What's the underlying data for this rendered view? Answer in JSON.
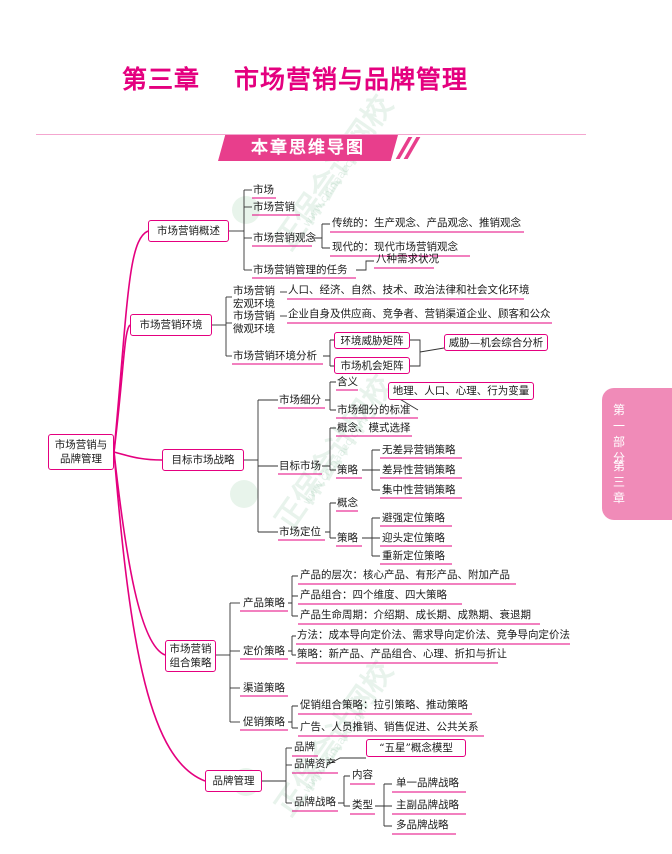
{
  "title": {
    "chapter": "第三章",
    "name": "市场营销与品牌管理"
  },
  "banner": "本章思维导图",
  "side_tab": {
    "part": "第一部分",
    "chapter": "第三章"
  },
  "watermark": {
    "main": "正保会计网校",
    "sub": "www.chinaacc.com"
  },
  "colors": {
    "accent": "#e4007f",
    "line": "#e4007f",
    "tab": "#f08bb8"
  },
  "mindmap": {
    "root": "市场营销与品牌管理",
    "branches": [
      {
        "label": "市场营销概述",
        "children": [
          {
            "label": "市场"
          },
          {
            "label": "市场营销"
          },
          {
            "label": "市场营销观念",
            "children": [
              {
                "label": "传统的：生产观念、产品观念、推销观念"
              },
              {
                "label": "现代的：现代市场营销观念"
              }
            ]
          },
          {
            "label": "市场营销管理的任务",
            "children": [
              {
                "label": "八种需求状况"
              }
            ]
          }
        ]
      },
      {
        "label": "市场营销环境",
        "children": [
          {
            "label": "市场营销宏观环境",
            "children": [
              {
                "label": "人口、经济、自然、技术、政治法律和社会文化环境"
              }
            ]
          },
          {
            "label": "市场营销微观环境",
            "children": [
              {
                "label": "企业自身及供应商、竞争者、营销渠道企业、顾客和公众"
              }
            ]
          },
          {
            "label": "市场营销环境分析",
            "children": [
              {
                "label": "环境威胁矩阵"
              },
              {
                "label": "市场机会矩阵"
              },
              {
                "label": "威胁—机会综合分析"
              }
            ]
          }
        ]
      },
      {
        "label": "目标市场战略",
        "children": [
          {
            "label": "市场细分",
            "children": [
              {
                "label": "含义"
              },
              {
                "label": "市场细分的标准",
                "children": [
                  {
                    "label": "地理、人口、心理、行为变量"
                  }
                ]
              }
            ]
          },
          {
            "label": "目标市场",
            "children": [
              {
                "label": "概念、模式选择"
              },
              {
                "label": "策略",
                "children": [
                  {
                    "label": "无差异营销策略"
                  },
                  {
                    "label": "差异性营销策略"
                  },
                  {
                    "label": "集中性营销策略"
                  }
                ]
              }
            ]
          },
          {
            "label": "市场定位",
            "children": [
              {
                "label": "概念"
              },
              {
                "label": "策略",
                "children": [
                  {
                    "label": "避强定位策略"
                  },
                  {
                    "label": "迎头定位策略"
                  },
                  {
                    "label": "重新定位策略"
                  }
                ]
              }
            ]
          }
        ]
      },
      {
        "label": "市场营销组合策略",
        "children": [
          {
            "label": "产品策略",
            "children": [
              {
                "label": "产品的层次：核心产品、有形产品、附加产品"
              },
              {
                "label": "产品组合：四个维度、四大策略"
              },
              {
                "label": "产品生命周期：介绍期、成长期、成熟期、衰退期"
              }
            ]
          },
          {
            "label": "定价策略",
            "children": [
              {
                "label": "方法：成本导向定价法、需求导向定价法、竞争导向定价法"
              },
              {
                "label": "策略：新产品、产品组合、心理、折扣与折让"
              }
            ]
          },
          {
            "label": "渠道策略"
          },
          {
            "label": "促销策略",
            "children": [
              {
                "label": "促销组合策略：拉引策略、推动策略"
              },
              {
                "label": "广告、人员推销、销售促进、公共关系"
              }
            ]
          }
        ]
      },
      {
        "label": "品牌管理",
        "children": [
          {
            "label": "品牌"
          },
          {
            "label": "品牌资产",
            "children": [
              {
                "label": "“五星”概念模型"
              }
            ]
          },
          {
            "label": "品牌战略",
            "children": [
              {
                "label": "内容"
              },
              {
                "label": "类型",
                "children": [
                  {
                    "label": "单一品牌战略"
                  },
                  {
                    "label": "主副品牌战略"
                  },
                  {
                    "label": "多品牌战略"
                  }
                ]
              }
            ]
          }
        ]
      }
    ]
  }
}
